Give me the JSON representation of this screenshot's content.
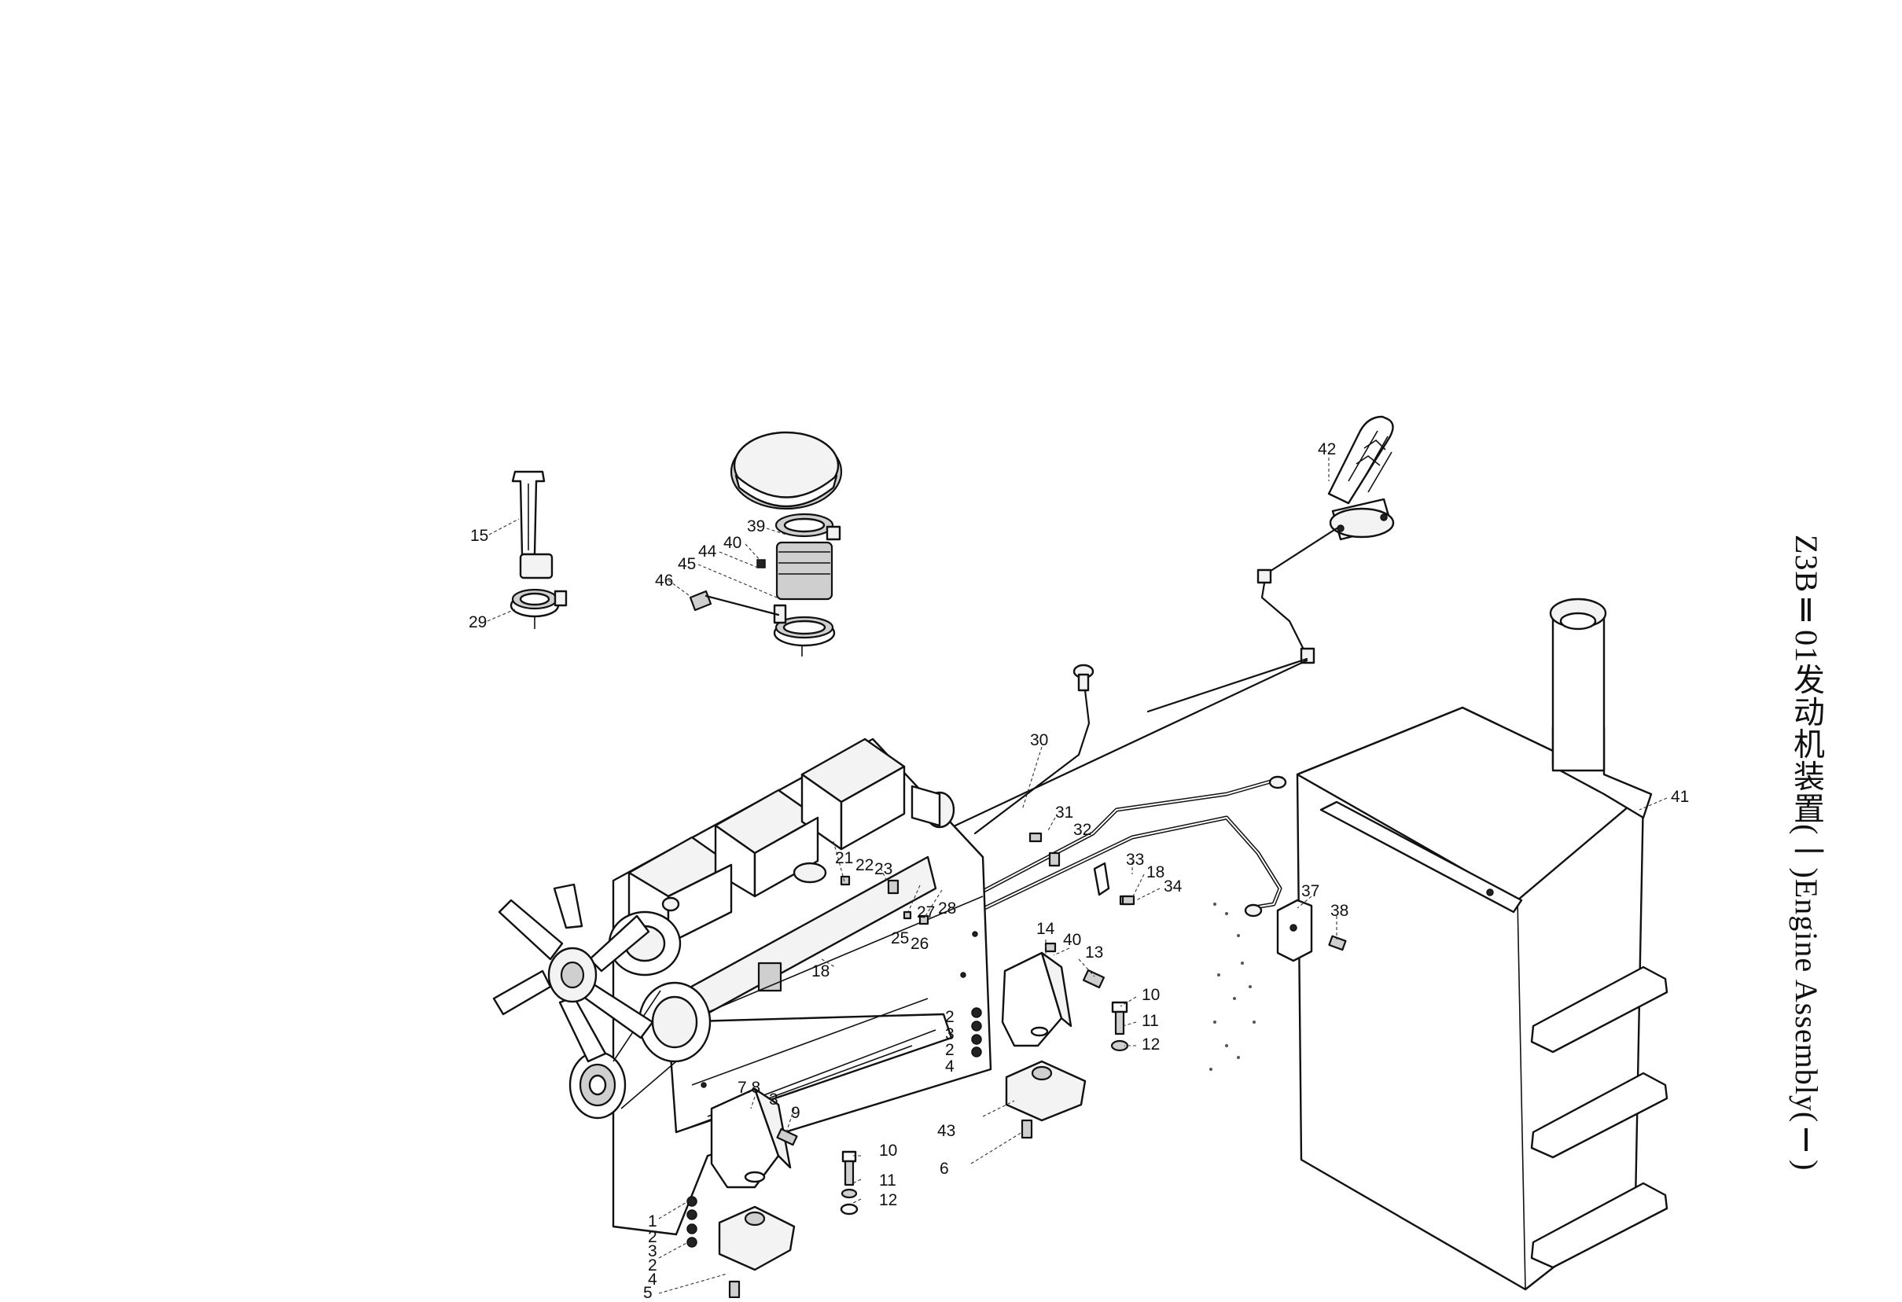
{
  "title": {
    "code": "Z3BⅡ01",
    "name_zh": "发动机装置(一)",
    "name_en": "Engine Assembly(Ⅰ)"
  },
  "callouts": [
    {
      "id": "c15",
      "text": "15"
    },
    {
      "id": "c29",
      "text": "29"
    },
    {
      "id": "c39",
      "text": "39"
    },
    {
      "id": "c40a",
      "text": "40"
    },
    {
      "id": "c44",
      "text": "44"
    },
    {
      "id": "c45",
      "text": "45"
    },
    {
      "id": "c46",
      "text": "46"
    },
    {
      "id": "c42",
      "text": "42"
    },
    {
      "id": "c30",
      "text": "30"
    },
    {
      "id": "c41",
      "text": "41"
    },
    {
      "id": "c31",
      "text": "31"
    },
    {
      "id": "c32",
      "text": "32"
    },
    {
      "id": "c33",
      "text": "33"
    },
    {
      "id": "c18a",
      "text": "18"
    },
    {
      "id": "c34",
      "text": "34"
    },
    {
      "id": "c37",
      "text": "37"
    },
    {
      "id": "c38",
      "text": "38"
    },
    {
      "id": "c21",
      "text": "21"
    },
    {
      "id": "c22",
      "text": "22"
    },
    {
      "id": "c23",
      "text": "23"
    },
    {
      "id": "c27",
      "text": "27"
    },
    {
      "id": "c28",
      "text": "28"
    },
    {
      "id": "c25",
      "text": "25"
    },
    {
      "id": "c26",
      "text": "26"
    },
    {
      "id": "c18b",
      "text": "18"
    },
    {
      "id": "c14",
      "text": "14"
    },
    {
      "id": "c40b",
      "text": "40"
    },
    {
      "id": "c13",
      "text": "13"
    },
    {
      "id": "c10a",
      "text": "10"
    },
    {
      "id": "c11a",
      "text": "11"
    },
    {
      "id": "c12a",
      "text": "12"
    },
    {
      "id": "c2a",
      "text": "2"
    },
    {
      "id": "c3a",
      "text": "3"
    },
    {
      "id": "c2b",
      "text": "2"
    },
    {
      "id": "c4a",
      "text": "4"
    },
    {
      "id": "c78",
      "text": "7.8"
    },
    {
      "id": "c3b",
      "text": "3"
    },
    {
      "id": "c9",
      "text": "9"
    },
    {
      "id": "c43",
      "text": "43"
    },
    {
      "id": "c6",
      "text": "6"
    },
    {
      "id": "c10b",
      "text": "10"
    },
    {
      "id": "c11b",
      "text": "11"
    },
    {
      "id": "c12b",
      "text": "12"
    },
    {
      "id": "c1",
      "text": "1"
    },
    {
      "id": "c2c",
      "text": "2"
    },
    {
      "id": "c3c",
      "text": "3"
    },
    {
      "id": "c2d",
      "text": "2"
    },
    {
      "id": "c4b",
      "text": "4"
    },
    {
      "id": "c5",
      "text": "5"
    }
  ]
}
